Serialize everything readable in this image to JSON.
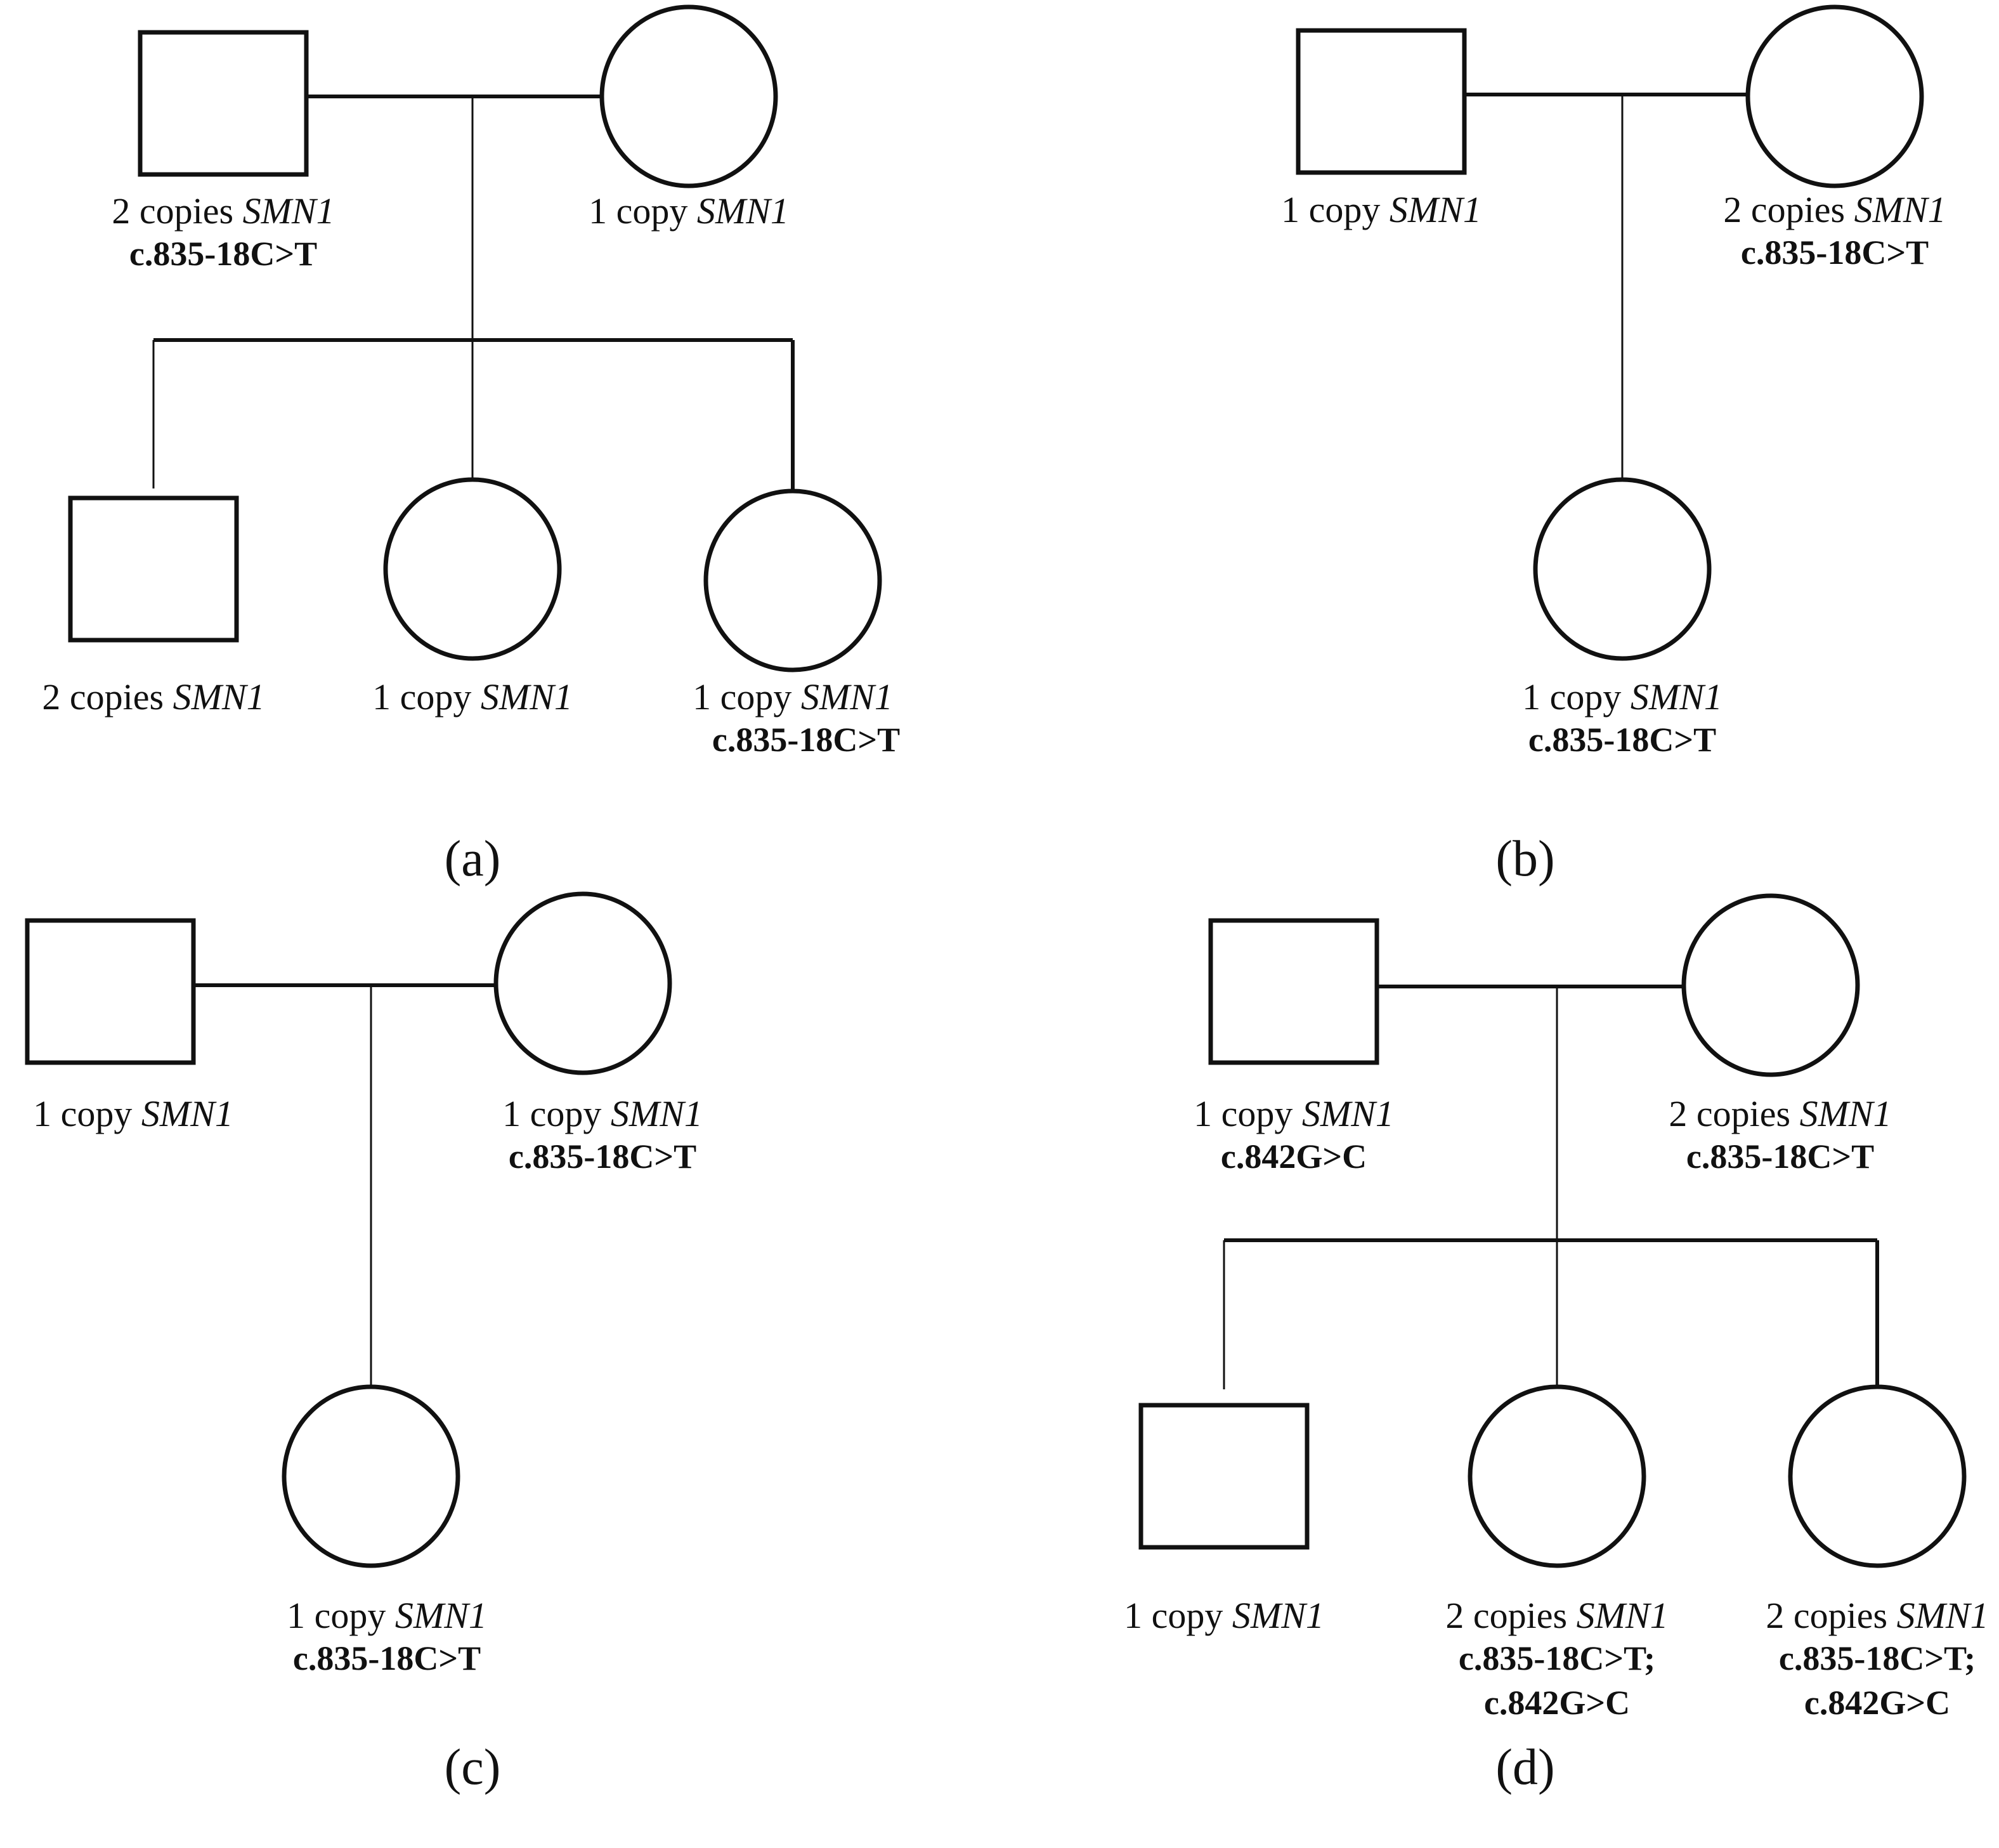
{
  "colors": {
    "ink": "#111111",
    "background": "#ffffff"
  },
  "panels": [
    {
      "caption": "(a)",
      "father": {
        "sex": "male",
        "copies": "2 copies",
        "gene": "SMN1",
        "mutations": [
          "c.835-18C>T"
        ]
      },
      "mother": {
        "sex": "female",
        "copies": "1 copy",
        "gene": "SMN1",
        "mutations": []
      },
      "children": [
        {
          "sex": "male",
          "copies": "2 copies",
          "gene": "SMN1",
          "mutations": []
        },
        {
          "sex": "female",
          "copies": "1 copy",
          "gene": "SMN1",
          "mutations": []
        },
        {
          "sex": "female",
          "copies": "1 copy",
          "gene": "SMN1",
          "mutations": [
            "c.835-18C>T"
          ]
        }
      ]
    },
    {
      "caption": "(b)",
      "father": {
        "sex": "male",
        "copies": "1 copy",
        "gene": "SMN1",
        "mutations": []
      },
      "mother": {
        "sex": "female",
        "copies": "2 copies",
        "gene": "SMN1",
        "mutations": [
          "c.835-18C>T"
        ]
      },
      "children": [
        {
          "sex": "female",
          "copies": "1 copy",
          "gene": "SMN1",
          "mutations": [
            "c.835-18C>T"
          ]
        }
      ]
    },
    {
      "caption": "(c)",
      "father": {
        "sex": "male",
        "copies": "1 copy",
        "gene": "SMN1",
        "mutations": []
      },
      "mother": {
        "sex": "female",
        "copies": "1 copy",
        "gene": "SMN1",
        "mutations": [
          "c.835-18C>T"
        ]
      },
      "children": [
        {
          "sex": "female",
          "copies": "1 copy",
          "gene": "SMN1",
          "mutations": [
            "c.835-18C>T"
          ]
        }
      ]
    },
    {
      "caption": "(d)",
      "father": {
        "sex": "male",
        "copies": "1 copy",
        "gene": "SMN1",
        "mutations": [
          "c.842G>C"
        ]
      },
      "mother": {
        "sex": "female",
        "copies": "2 copies",
        "gene": "SMN1",
        "mutations": [
          "c.835-18C>T"
        ]
      },
      "children": [
        {
          "sex": "male",
          "copies": "1 copy",
          "gene": "SMN1",
          "mutations": []
        },
        {
          "sex": "female",
          "copies": "2 copies",
          "gene": "SMN1",
          "mutations": [
            "c.835-18C>T;",
            "c.842G>C"
          ]
        },
        {
          "sex": "female",
          "copies": "2 copies",
          "gene": "SMN1",
          "mutations": [
            "c.835-18C>T;",
            "c.842G>C"
          ]
        }
      ]
    }
  ]
}
